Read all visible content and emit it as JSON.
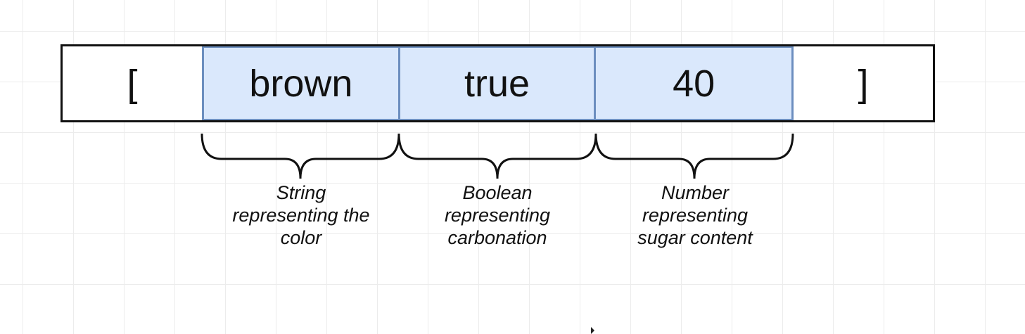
{
  "tuple": {
    "open_bracket": "[",
    "close_bracket": "]",
    "elements": [
      {
        "value": "brown",
        "description": [
          "String",
          "representing the",
          "color"
        ]
      },
      {
        "value": "true",
        "description": [
          "Boolean",
          "representing",
          "carbonation"
        ]
      },
      {
        "value": "40",
        "description": [
          "Number",
          "representing",
          "sugar content"
        ]
      }
    ]
  },
  "colors": {
    "element_fill": "#dae8fc",
    "element_border": "#6c8ebf",
    "outline": "#111111"
  }
}
